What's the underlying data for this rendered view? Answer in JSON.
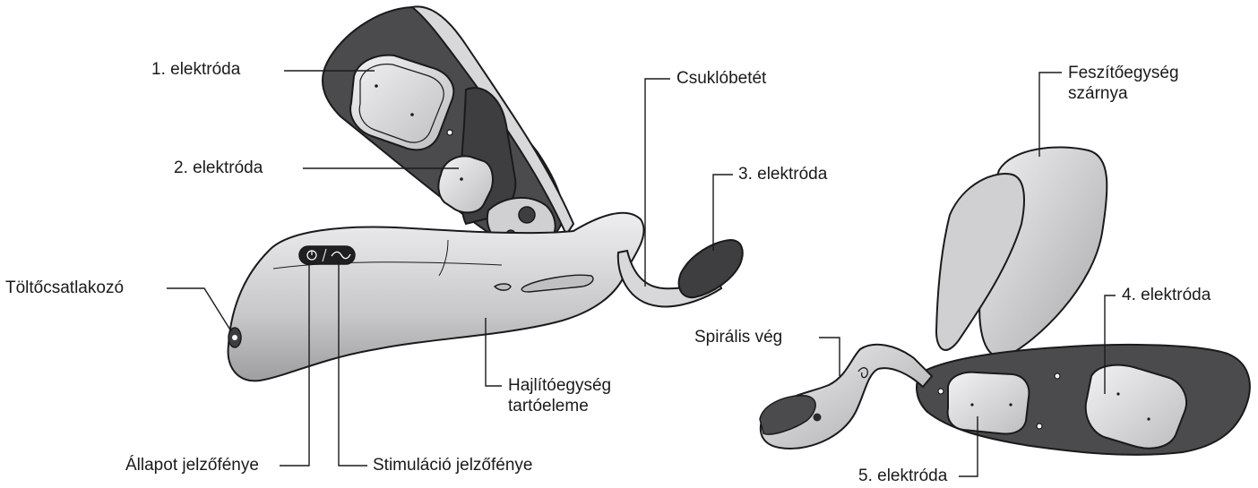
{
  "labels": {
    "electrode_1": "1. elektróda",
    "electrode_2": "2. elektróda",
    "electrode_3": "3. elektróda",
    "electrode_4": "4. elektróda",
    "electrode_5": "5. elektróda",
    "wrist_insert": "Csuklóbetét",
    "charging_port": "Töltőcsatlakozó",
    "flexor_holder_line1": "Hajlítóegység",
    "flexor_holder_line2": "tartóeleme",
    "status_light": "Állapot jelzőfénye",
    "stimulation_light": "Stimuláció jelzőfénye",
    "extensor_wing_line1": "Feszítőegység",
    "extensor_wing_line2": "szárnya",
    "spiral_end": "Spirális vég"
  },
  "colors": {
    "device_body": "#d4d4d6",
    "device_dark": "#4a4a4c",
    "electrode_pad": "#dcdcde",
    "outline": "#1a1a1a"
  }
}
